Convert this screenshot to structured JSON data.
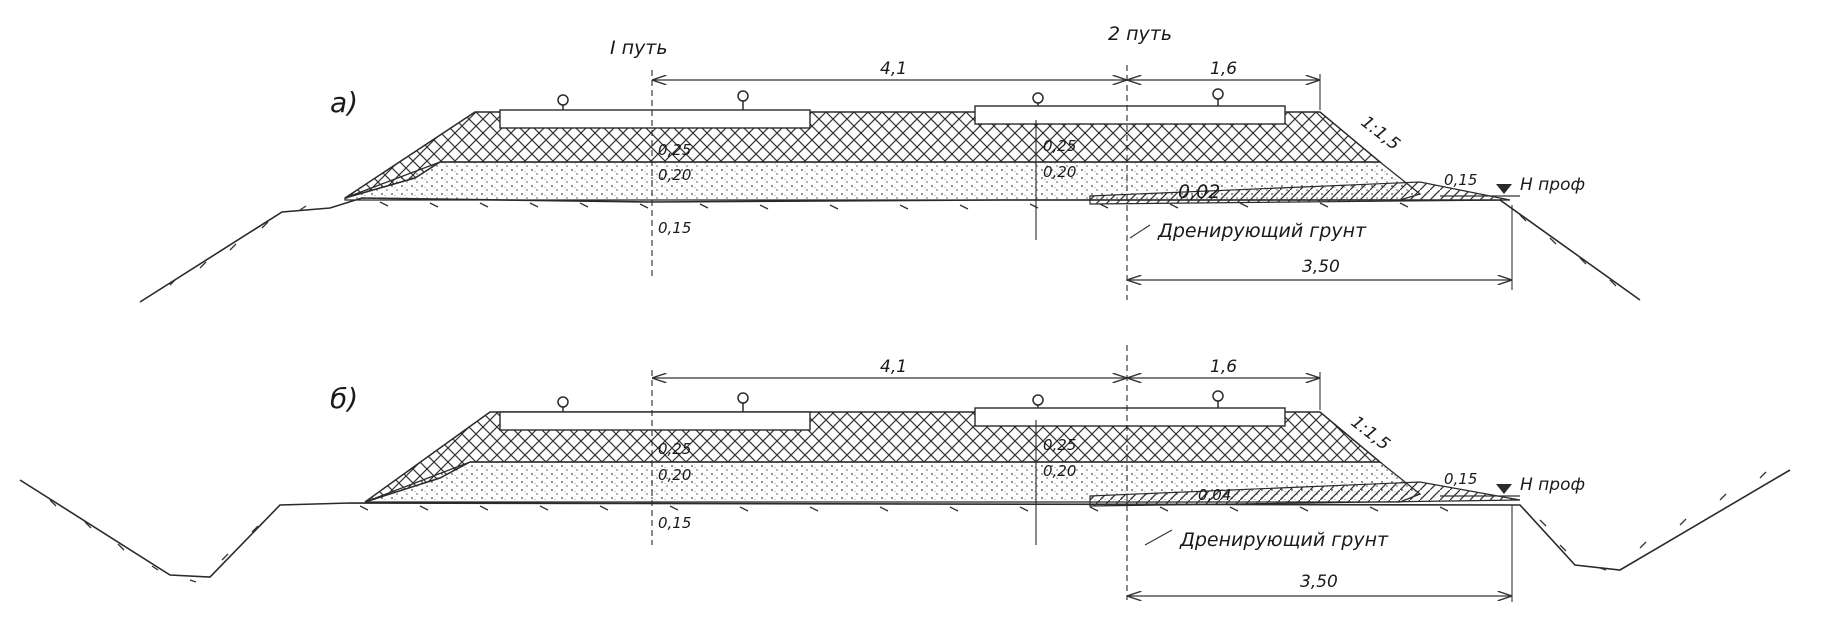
{
  "figure": {
    "track_1_label": "I путь",
    "track_2_label": "2 путь",
    "panels": [
      {
        "label": "а)",
        "dim_track_spacing": "4,1",
        "dim_half_width": "1,6",
        "slope_label": "1:1,5",
        "ballast_top_left": "0,25",
        "sand_left": "0,20",
        "sub_left": "0,15",
        "ballast_top_right": "0,25",
        "sand_right": "0,20",
        "crossfall": "0,02",
        "edge_dim": "0,15",
        "proj_mark": "Н проф",
        "soil_label": "Дренирующий грунт",
        "dim_base": "3,50"
      },
      {
        "label": "б)",
        "dim_track_spacing": "4,1",
        "dim_half_width": "1,6",
        "slope_label": "1:1,5",
        "ballast_top_left": "0,25",
        "sand_left": "0,20",
        "sub_left": "0,15",
        "ballast_top_right": "0,25",
        "sand_right": "0,20",
        "crossfall": "0,04",
        "edge_dim": "0,15",
        "proj_mark": "Н проф",
        "soil_label": "Дренирующий грунт",
        "dim_base": "3,50"
      }
    ]
  },
  "colors": {
    "ink": "#2a2a2a",
    "paper": "#ffffff"
  }
}
